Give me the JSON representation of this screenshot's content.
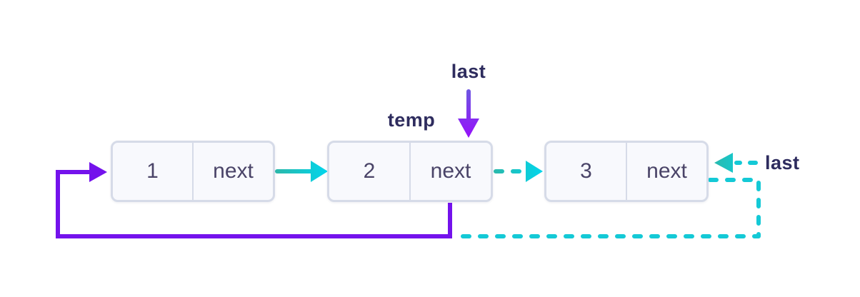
{
  "labels": {
    "temp": "temp",
    "last_top": "last",
    "last_right": "last"
  },
  "nodes": [
    {
      "value": "1",
      "pointer": "next"
    },
    {
      "value": "2",
      "pointer": "next"
    },
    {
      "value": "3",
      "pointer": "next"
    }
  ],
  "colors": {
    "purple": "#7412ec",
    "violet": "#9610fa",
    "indigo": "#6f55e2",
    "teal": "#2ab9ac",
    "cyan": "#00d6ee",
    "cyan_dash": "#14c9d6",
    "navy": "#2e2c5e",
    "cell_text": "#4a4468",
    "box_border": "#d6dbe8",
    "box_fill": "#f8f9fd"
  }
}
